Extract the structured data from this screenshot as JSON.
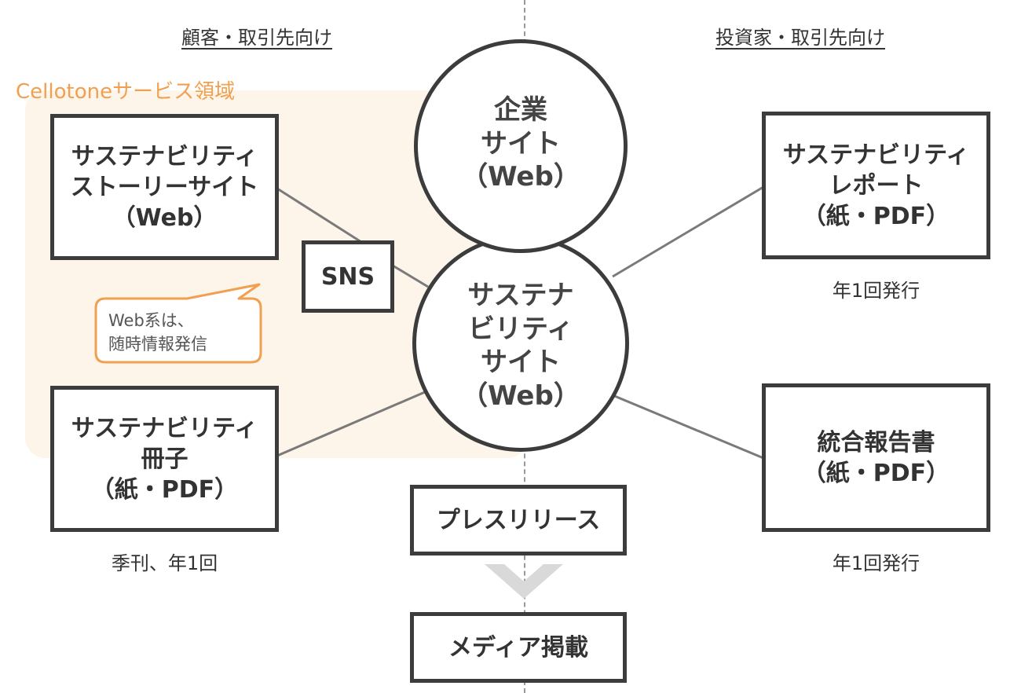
{
  "headings": {
    "left": "顧客・取引先向け",
    "right": "投資家・取引先向け"
  },
  "region": {
    "label": "Cellotoneサービス領域",
    "fill_color": "#fdf4ea",
    "label_color": "#f0a050"
  },
  "callout": {
    "lines": [
      "Web系は、",
      "随時情報発信"
    ],
    "border_color": "#f0a050"
  },
  "nodes": {
    "story_site": {
      "lines": [
        "サステナビリティ",
        "ストーリーサイト",
        "（Web）"
      ]
    },
    "booklet": {
      "lines": [
        "サステナビリティ",
        "冊子",
        "（紙・PDF）"
      ],
      "note": "季刊、年1回"
    },
    "sns": {
      "label": "SNS"
    },
    "corporate_site": {
      "lines": [
        "企業",
        "サイト",
        "（Web）"
      ]
    },
    "sustainability_site": {
      "lines": [
        "サステナ",
        "ビリティ",
        "サイト",
        "（Web）"
      ]
    },
    "report": {
      "lines": [
        "サステナビリティ",
        "レポート",
        "（紙・PDF）"
      ],
      "note": "年1回発行"
    },
    "integrated_report": {
      "lines": [
        "統合報告書",
        "（紙・PDF）"
      ],
      "note": "年1回発行"
    },
    "press_release": {
      "label": "プレスリリース"
    },
    "media": {
      "label": "メディア掲載"
    }
  },
  "colors": {
    "box_border": "#3c3c3c",
    "connector": "#7a7a7a",
    "arrow": "#d9d9d9",
    "divider": "#999999"
  }
}
